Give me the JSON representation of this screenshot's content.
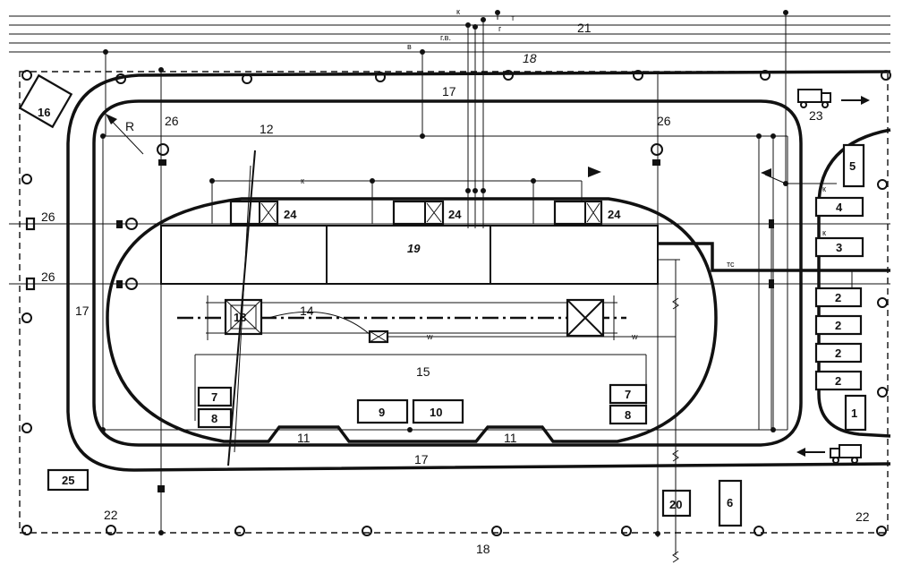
{
  "labels": {
    "l1": "1",
    "l2a": "2",
    "l2b": "2",
    "l2c": "2",
    "l2d": "2",
    "l3": "3",
    "l4": "4",
    "l5": "5",
    "l6": "6",
    "l7a": "7",
    "l7b": "7",
    "l8a": "8",
    "l8b": "8",
    "l9": "9",
    "l10": "10",
    "l11a": "11",
    "l11b": "11",
    "l12": "12",
    "l13": "13",
    "l14": "14",
    "l15": "15",
    "l16": "16",
    "l17a": "17",
    "l17b": "17",
    "l17c": "17",
    "l18a": "18",
    "l18b": "18",
    "l19": "19",
    "l20": "20",
    "l21": "21",
    "l22a": "22",
    "l22b": "22",
    "l23": "23",
    "l24a": "24",
    "l24b": "24",
    "l24c": "24",
    "l25": "25",
    "l26a": "26",
    "l26b": "26",
    "l26c": "26",
    "l26d": "26",
    "R": "R",
    "k_top": "к",
    "k_mid": "к",
    "k_r1": "к",
    "k_r2": "к",
    "t": "т",
    "g": "г",
    "gv": "г.в.",
    "v": "в",
    "w1": "w",
    "w2": "w",
    "tc": "тс"
  }
}
